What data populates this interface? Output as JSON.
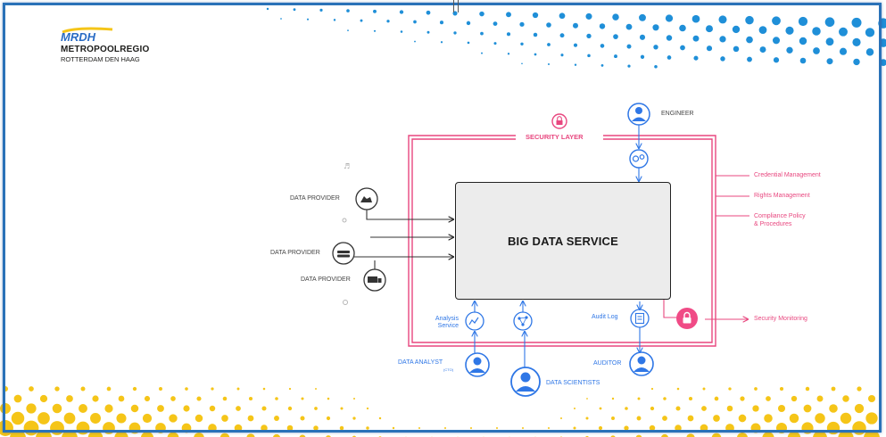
{
  "logo": {
    "mark": "MRDH",
    "line1": "METROPOOLREGIO",
    "line2": "ROTTERDAM DEN HAAG"
  },
  "diagram": {
    "security_layer": "SECURITY LAYER",
    "center": "BIG DATA SERVICE",
    "engineer": "ENGINEER",
    "providers": [
      "DATA PROVIDER",
      "DATA PROVIDER",
      "DATA PROVIDER"
    ],
    "right_labels": {
      "credential": "Credential Management",
      "rights": "Rights Management",
      "compliance_1": "Compliance Policy",
      "compliance_2": "& Procedures",
      "monitoring": "Security Monitoring"
    },
    "bottom": {
      "analysis_1": "Analysis",
      "analysis_2": "Service",
      "audit_log": "Audit Log",
      "analyst": "DATA ANALYST",
      "analyst_sub": "(CTO)",
      "scientists": "DATA SCIENTISTS",
      "auditor": "AUDITOR"
    }
  },
  "colors": {
    "frame": "#2a72b8",
    "pink": "#e8477f",
    "blue": "#2f77e6",
    "dots_top": "#1f8fd8",
    "dots_bottom": "#f5c518"
  }
}
